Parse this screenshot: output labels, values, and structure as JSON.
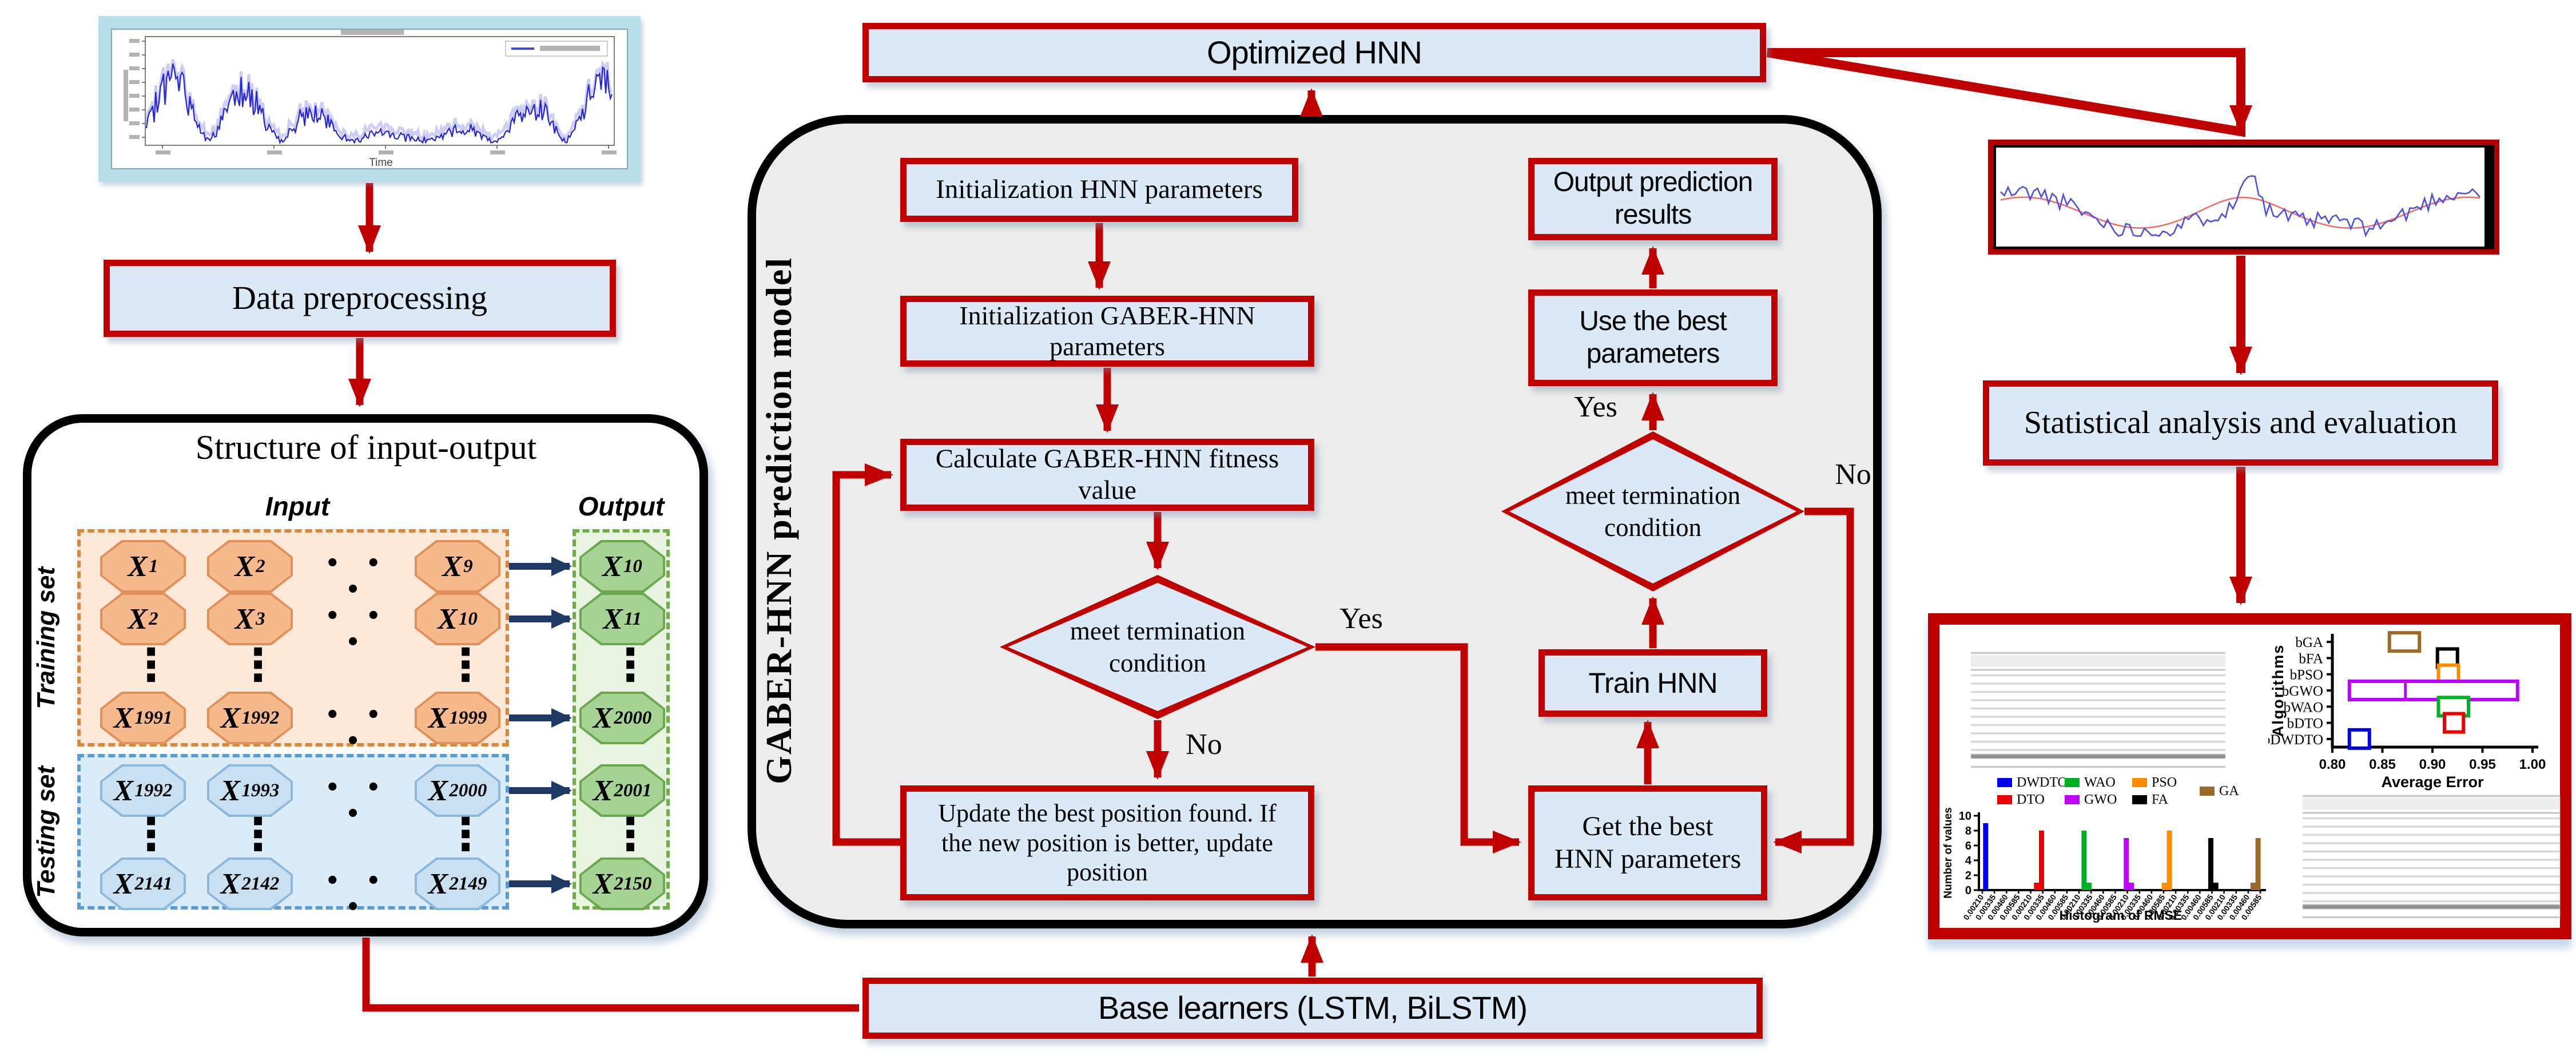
{
  "palette": {
    "flow_red": "#c00000",
    "navy_arrow": "#1f3864",
    "box_fill": "#dbe8f5",
    "model_panel_gray": "#ececec",
    "training_orange": "#fce8d8",
    "testing_blue": "#dcebf8",
    "output_green": "#e9f3e1"
  },
  "left": {
    "source_plot": {
      "xlabel": "Time"
    },
    "preprocessing": "Data preprocessing",
    "structure": {
      "title": "Structure of input-output",
      "input_label": "Input",
      "output_label": "Output",
      "training_label": "Training set",
      "testing_label": "Testing set",
      "var": "X",
      "hdots": "• • •",
      "vdots": "⋮",
      "rows": {
        "t1": {
          "s1": "1",
          "s2": "2",
          "s3": "9",
          "out": "10"
        },
        "t2": {
          "s1": "2",
          "s2": "3",
          "s3": "10",
          "out": "11"
        },
        "t3": {
          "s1": "1991",
          "s2": "1992",
          "s3": "1999",
          "out": "2000"
        },
        "e1": {
          "s1": "1992",
          "s2": "1993",
          "s3": "2000",
          "out": "2001"
        },
        "e2": {
          "s1": "2141",
          "s2": "2142",
          "s3": "2149",
          "out": "2150"
        }
      }
    }
  },
  "model": {
    "optimized": "Optimized HNN",
    "container_label": "GABER-HNN prediction model",
    "init_hnn": "Initialization HNN parameters",
    "init_gaber": "Initialization GABER-HNN parameters",
    "calc": "Calculate GABER-HNN fitness value",
    "term1": "meet termination condition",
    "update": "Update the best position found. If the new position is better, update position",
    "output_results": "Output prediction results",
    "use_best": "Use the best parameters",
    "term2": "meet termination condition",
    "train": "Train HNN",
    "get_best": "Get the best HNN parameters",
    "yes1": "Yes",
    "no1": "No",
    "yes2": "Yes",
    "no2": "No"
  },
  "base_learners": "Base learners (LSTM, BiLSTM)",
  "right": {
    "statistical": "Statistical analysis and evaluation"
  },
  "results": {
    "boxplot": {
      "type": "box",
      "xlabel": "Average Error",
      "ylabel": "Algorithms",
      "xlim": [
        0.8,
        1.0
      ],
      "xticks": [
        "0.80",
        "0.85",
        "0.90",
        "0.95",
        "1.00"
      ],
      "items": [
        {
          "label": "bGA",
          "color": "#9b6a28",
          "lo": 0.857,
          "hi": 0.887
        },
        {
          "label": "bFA",
          "color": "#000000",
          "lo": 0.905,
          "hi": 0.925
        },
        {
          "label": "bPSO",
          "color": "#ff8c00",
          "lo": 0.906,
          "hi": 0.926
        },
        {
          "label": "bGWO",
          "color": "#bf00ff",
          "lo": 0.817,
          "hi": 0.985,
          "median": 0.873
        },
        {
          "label": "bWAO",
          "color": "#00b025",
          "lo": 0.906,
          "hi": 0.936
        },
        {
          "label": "bDTO",
          "color": "#ee0000",
          "lo": 0.912,
          "hi": 0.931
        },
        {
          "label": "bDWDTO",
          "color": "#0000ee",
          "lo": 0.817,
          "hi": 0.837
        }
      ]
    },
    "histogram": {
      "type": "bar",
      "title": "Histogram of RMSE",
      "ylabel": "Number of values",
      "ylim": [
        0,
        10
      ],
      "yticks": [
        0,
        2,
        4,
        6,
        8,
        10
      ],
      "xtick_cycle": [
        "0.00210",
        "0.00335",
        "0.00460",
        "0.00585"
      ],
      "xtick_count": 24,
      "legend": [
        {
          "label": "DWDTO",
          "color": "#0000ee"
        },
        {
          "label": "DTO",
          "color": "#ee0000"
        },
        {
          "label": "WAO",
          "color": "#00b025"
        },
        {
          "label": "GWO",
          "color": "#bf00ff"
        },
        {
          "label": "PSO",
          "color": "#ff8c00"
        },
        {
          "label": "FA",
          "color": "#000000"
        },
        {
          "label": "GA",
          "color": "#9b6a28"
        }
      ],
      "bars": [
        {
          "algo": "DWDTO",
          "x": 0.012,
          "h": 9
        },
        {
          "algo": "DTO",
          "x": 0.195,
          "h": 1
        },
        {
          "algo": "DTO",
          "x": 0.213,
          "h": 8
        },
        {
          "algo": "WAO",
          "x": 0.366,
          "h": 8
        },
        {
          "algo": "WAO",
          "x": 0.384,
          "h": 1
        },
        {
          "algo": "GWO",
          "x": 0.518,
          "h": 7
        },
        {
          "algo": "GWO",
          "x": 0.536,
          "h": 1
        },
        {
          "algo": "PSO",
          "x": 0.655,
          "h": 1
        },
        {
          "algo": "PSO",
          "x": 0.673,
          "h": 8
        },
        {
          "algo": "FA",
          "x": 0.822,
          "h": 7
        },
        {
          "algo": "FA",
          "x": 0.84,
          "h": 1
        },
        {
          "algo": "GA",
          "x": 0.974,
          "h": 1
        },
        {
          "algo": "GA",
          "x": 0.992,
          "h": 7
        }
      ]
    }
  }
}
